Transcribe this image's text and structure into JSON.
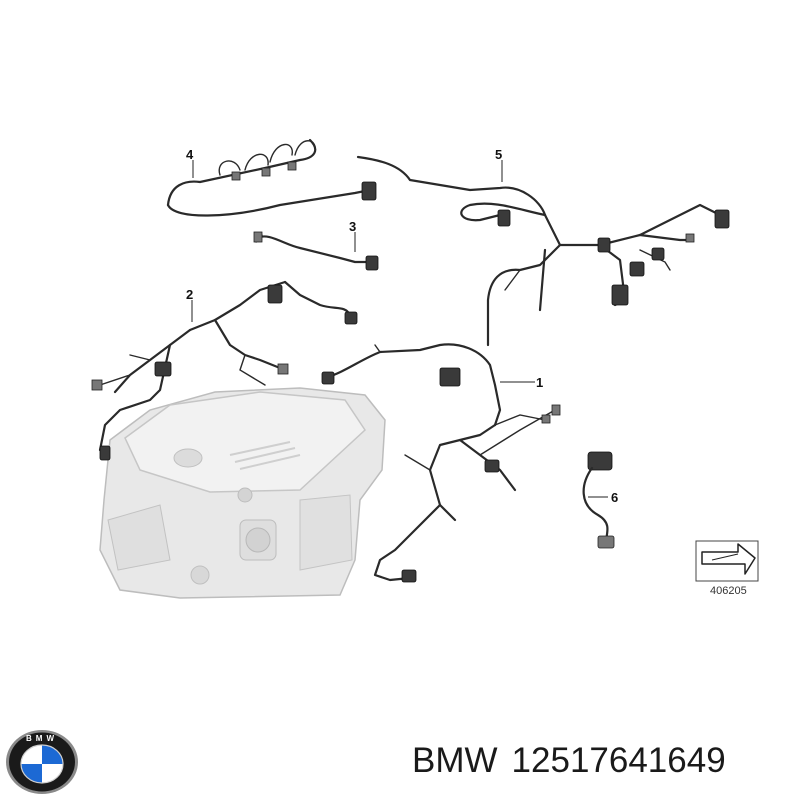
{
  "diagram": {
    "callouts": [
      {
        "id": "4",
        "label": "4"
      },
      {
        "id": "5",
        "label": "5"
      },
      {
        "id": "3",
        "label": "3"
      },
      {
        "id": "2",
        "label": "2"
      },
      {
        "id": "1",
        "label": "1"
      },
      {
        "id": "6",
        "label": "6"
      }
    ],
    "reference_code": "406205"
  },
  "caption": {
    "brand": "BMW",
    "part_number": "12517641649"
  },
  "logo": {
    "letters": "BMW",
    "colors": {
      "blue": "#1c69d4",
      "white": "#ffffff",
      "ring": "#1a1a1a",
      "rim": "#8a8a8a"
    }
  }
}
